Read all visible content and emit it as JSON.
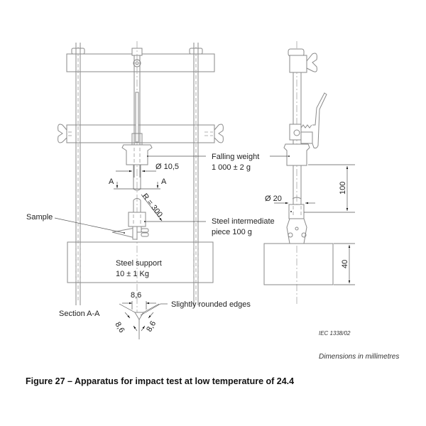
{
  "figure": {
    "caption": "Figure 27 – Apparatus for impact test at low temperature of 24.4",
    "units_note": "Dimensions in millimetres",
    "reference": "IEC   1338/02"
  },
  "front_view": {
    "labels": {
      "falling_weight_line1": "Falling weight",
      "falling_weight_line2": "1 000 ± 2 g",
      "intermediate_line1": "Steel intermediate",
      "intermediate_line2": "piece 100 g",
      "sample": "Sample",
      "support_line1": "Steel support",
      "support_line2": "10 ± 1 Kg"
    },
    "dimensions": {
      "rod_diameter": "Ø 10,5",
      "radius": "R = 300",
      "section_mark_left": "A",
      "section_mark_right": "A"
    }
  },
  "side_view": {
    "dimensions": {
      "drop_height": "100",
      "diameter": "Ø 20",
      "support_height": "40"
    }
  },
  "section": {
    "title": "Section A-A",
    "note": "Slightly rounded edges",
    "side_top": "8,6",
    "side_left": "8,6",
    "side_right": "8,6"
  }
}
